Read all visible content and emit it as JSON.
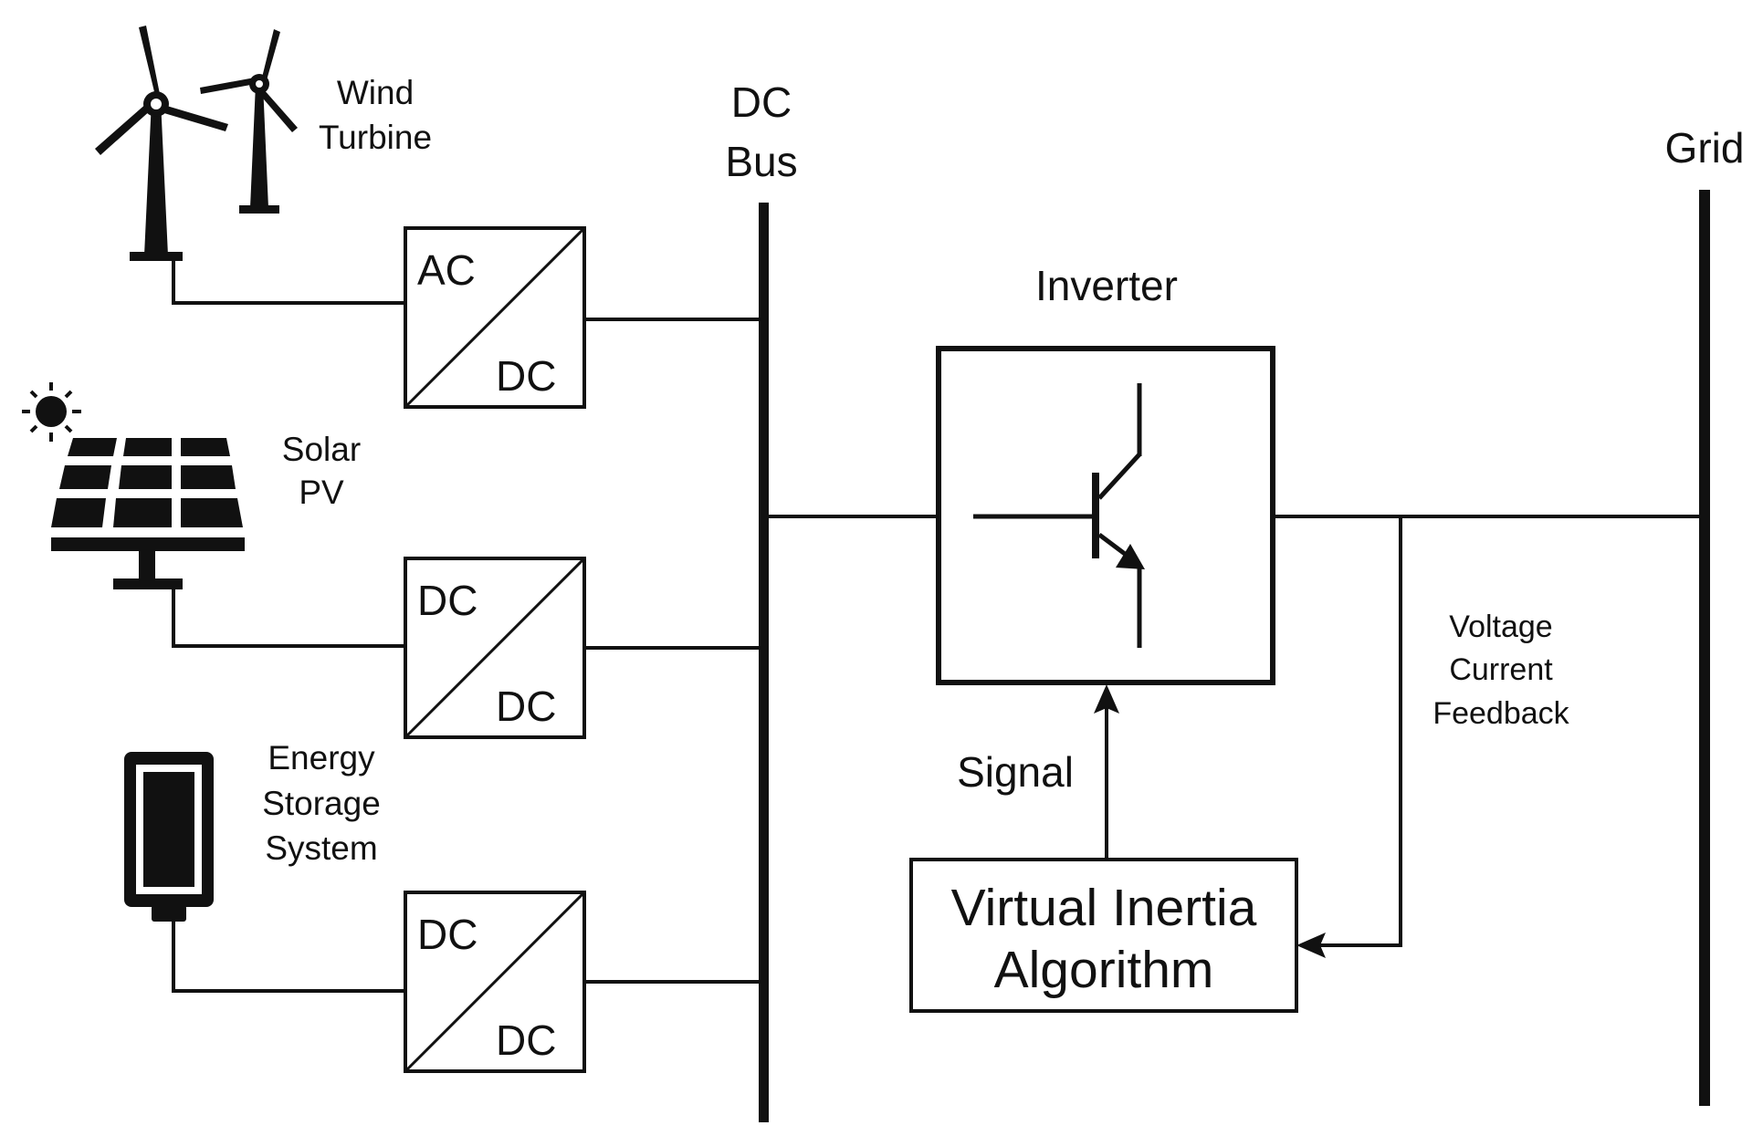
{
  "labels": {
    "wind_line1": "Wind",
    "wind_line2": "Turbine",
    "solar_line1": "Solar",
    "solar_line2": "PV",
    "storage_line1": "Energy",
    "storage_line2": "Storage",
    "storage_line3": "System",
    "dc_bus_line1": "DC",
    "dc_bus_line2": "Bus",
    "grid": "Grid",
    "inverter": "Inverter",
    "signal": "Signal",
    "feedback_line1": "Voltage",
    "feedback_line2": "Current",
    "feedback_line3": "Feedback",
    "algorithm_line1": "Virtual Inertia",
    "algorithm_line2": "Algorithm"
  },
  "converters": [
    {
      "input": "AC",
      "output": "DC"
    },
    {
      "input": "DC",
      "output": "DC"
    },
    {
      "input": "DC",
      "output": "DC"
    }
  ],
  "colors": {
    "stroke": "#111111",
    "background": "#ffffff"
  }
}
